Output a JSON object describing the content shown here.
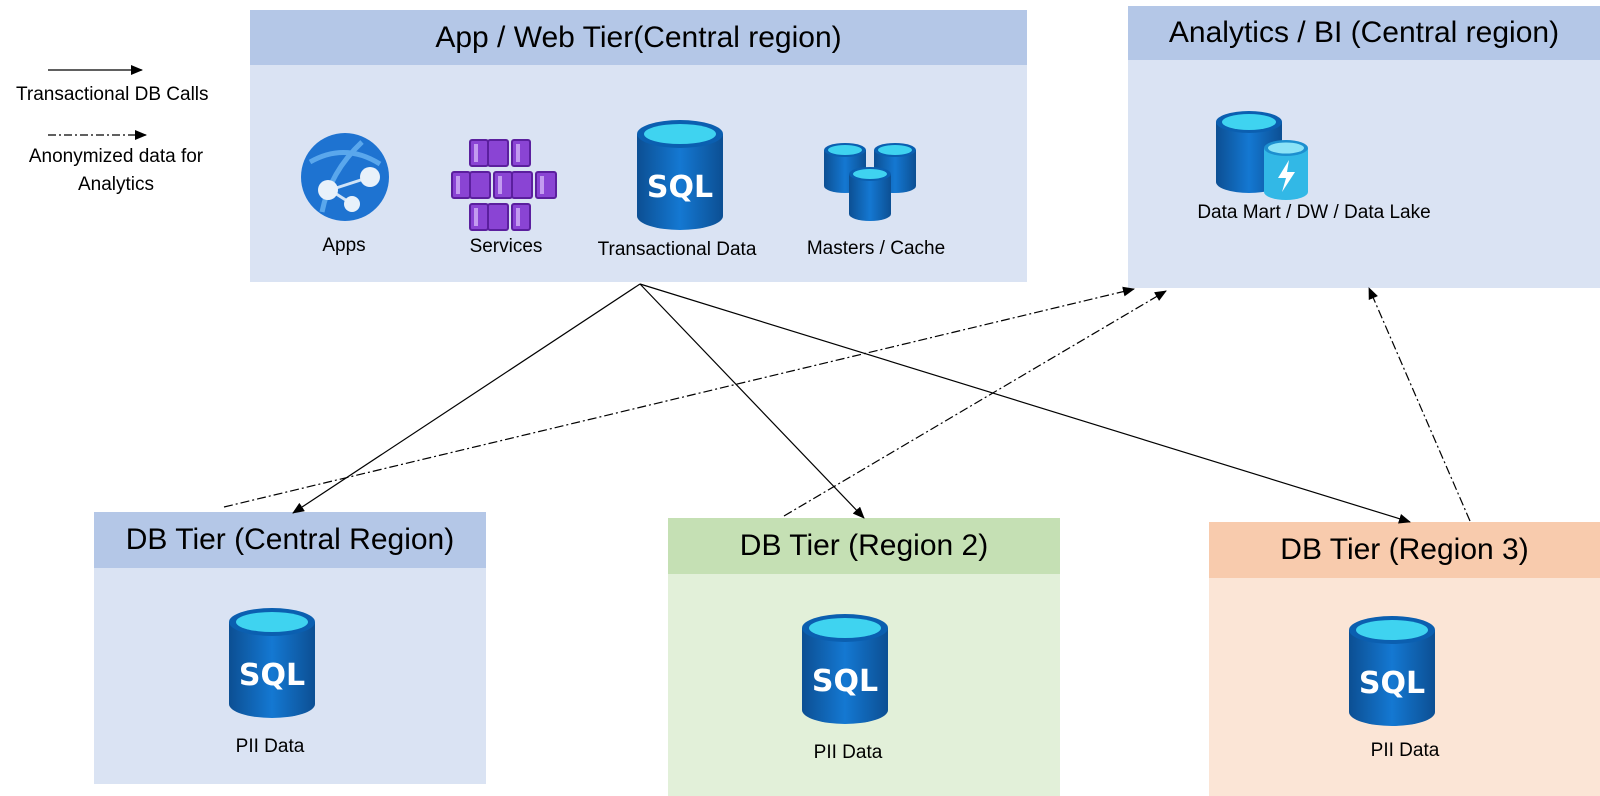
{
  "legend": {
    "solid_label": "Transactional DB Calls",
    "dashed_label_line1": "Anonymized data for",
    "dashed_label_line2": "Analytics"
  },
  "app_tier": {
    "title": "App / Web  Tier(Central region)",
    "items": [
      {
        "label": "Apps",
        "icon": "app-service-globe-icon"
      },
      {
        "label": "Services",
        "icon": "container-services-icon"
      },
      {
        "label": "Transactional Data",
        "icon": "sql-database-icon"
      },
      {
        "label": "Masters / Cache",
        "icon": "cache-databases-icon"
      }
    ]
  },
  "analytics_tier": {
    "title": "Analytics / BI (Central region)",
    "item_label": "Data Mart / DW / Data Lake",
    "icon": "analytics-database-icon"
  },
  "db_tiers": [
    {
      "title": "DB  Tier (Central Region)",
      "label": "PII Data",
      "icon": "sql-database-icon"
    },
    {
      "title": "DB  Tier (Region 2)",
      "label": "PII  Data",
      "icon": "sql-database-icon"
    },
    {
      "title": "DB  Tier (Region 3)",
      "label": "PII Data",
      "icon": "sql-database-icon"
    }
  ],
  "icon_text": {
    "sql": "SQL"
  },
  "colors": {
    "app_header": "#b4c7e7",
    "app_body": "#dae3f3",
    "region2_header": "#c5e0b4",
    "region2_body": "#e2f0d9",
    "region3_header": "#f8cbad",
    "region3_body": "#fbe5d6",
    "sql_blue": "#0a5ea8",
    "sql_top": "#3fd3f0",
    "services_purple": "#8a44d4"
  }
}
